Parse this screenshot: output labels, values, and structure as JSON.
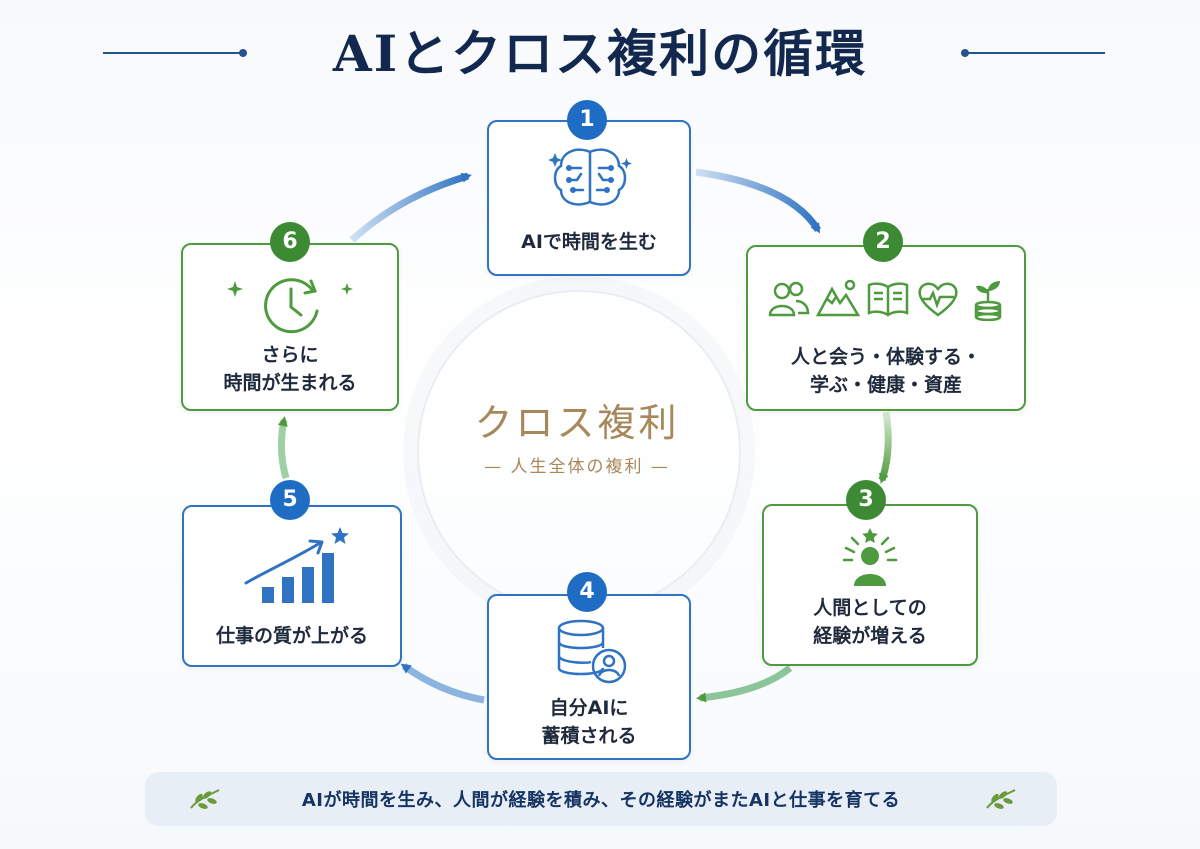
{
  "title": "AIとクロス複利の循環",
  "center": {
    "title": "クロス複利",
    "subtitle": "— 人生全体の複利 —"
  },
  "steps": [
    {
      "number": "1",
      "label": "AIで時間を生む",
      "color": "#2f73c2",
      "icon": "brain-icon"
    },
    {
      "number": "2",
      "label_lines": [
        "人と会う・体験する・",
        "学ぶ・健康・資産"
      ],
      "color": "#4e9a3e",
      "icons": [
        "people-icon",
        "mountain-icon",
        "book-icon",
        "heart-pulse-icon",
        "coin-sprout-icon"
      ]
    },
    {
      "number": "3",
      "label_lines": [
        "人間としての",
        "経験が増える"
      ],
      "color": "#4e9a3e",
      "icon": "person-star-icon"
    },
    {
      "number": "4",
      "label_lines": [
        "自分AIに",
        "蓄積される"
      ],
      "color": "#2f73c2",
      "icon": "database-user-icon"
    },
    {
      "number": "5",
      "label": "仕事の質が上がる",
      "color": "#2f73c2",
      "icon": "growth-chart-icon"
    },
    {
      "number": "6",
      "label_lines": [
        "さらに",
        "時間が生まれる"
      ],
      "color": "#4e9a3e",
      "icon": "clock-refresh-icon"
    }
  ],
  "footer": {
    "text": "AIが時間を生み、人間が経験を積み、その経験がまたAIと仕事を育てる",
    "icon": "leaf-icon"
  },
  "colors": {
    "navy": "#12284f",
    "blue": "#2f73c2",
    "green": "#4e9a3e",
    "gold": "#a8885a"
  }
}
